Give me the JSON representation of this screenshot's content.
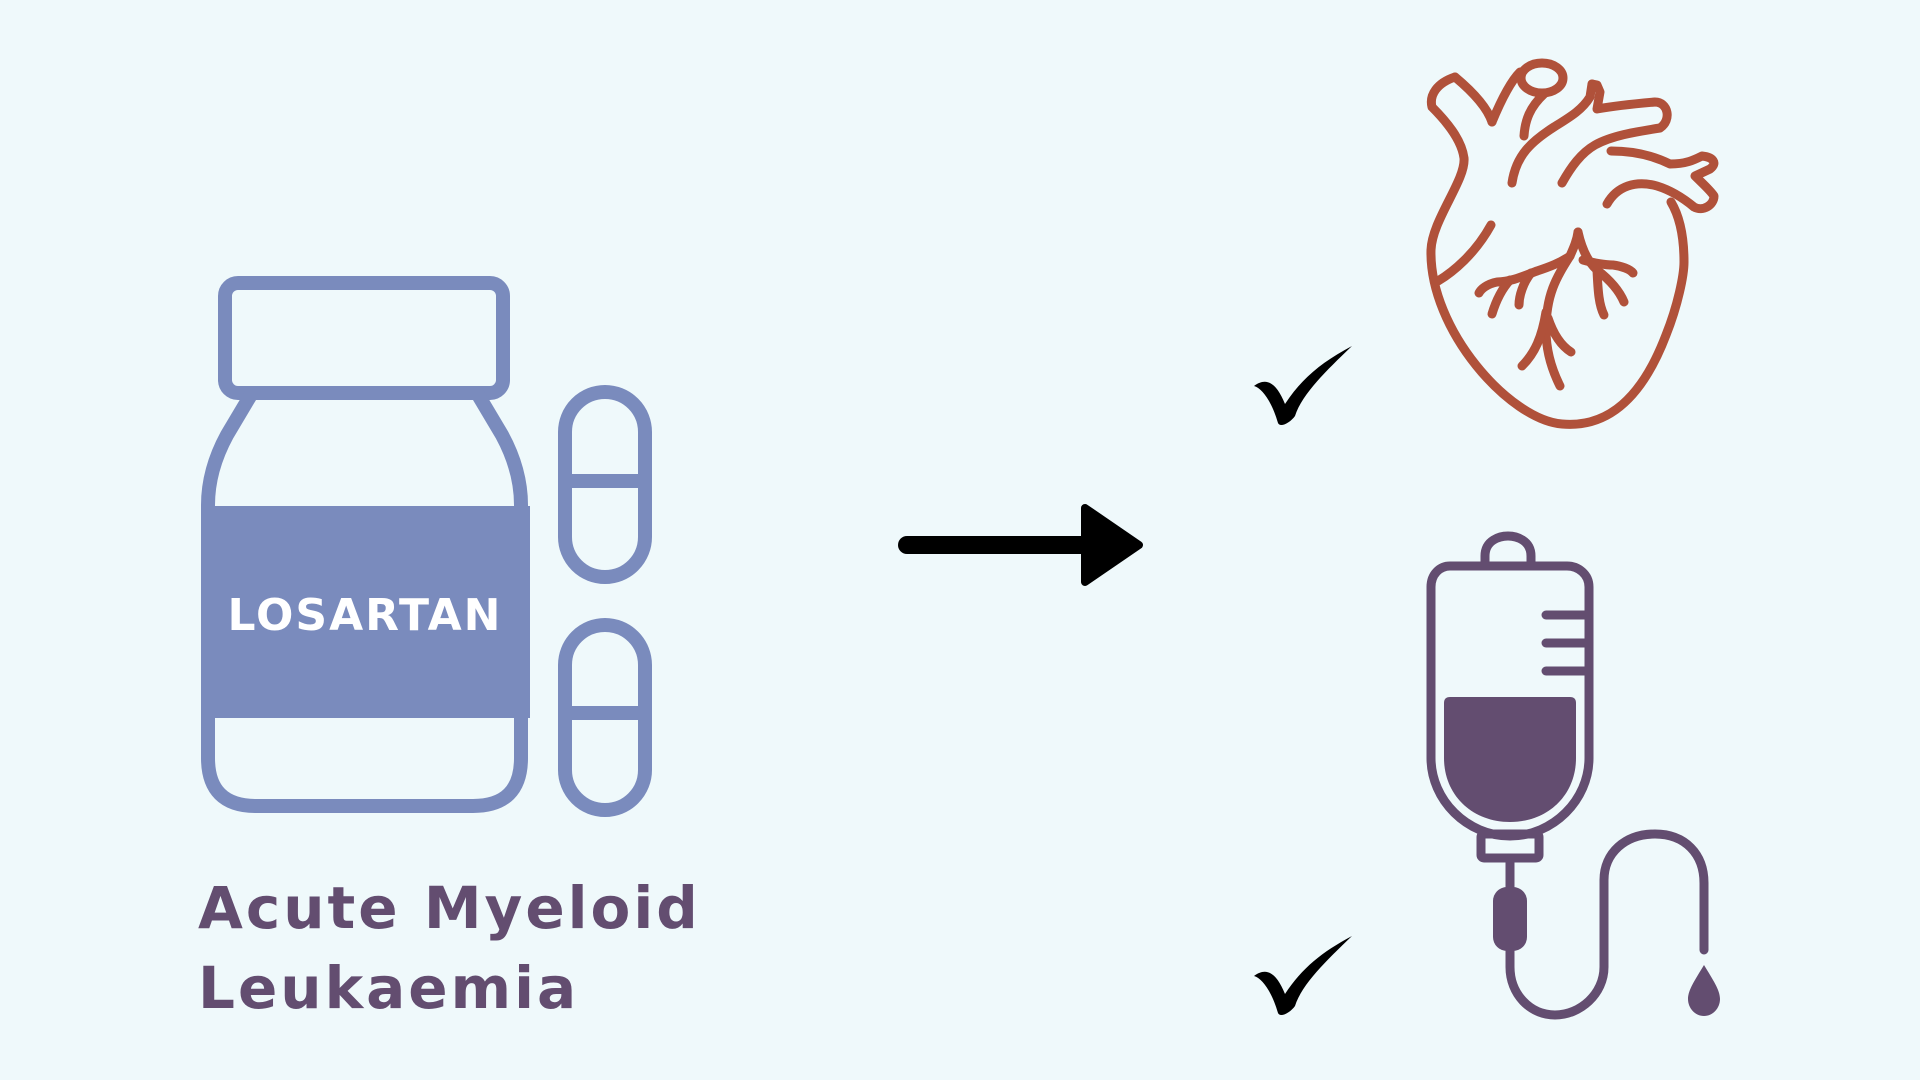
{
  "drug": {
    "name": "LOSARTAN"
  },
  "condition": {
    "line1": "Acute Myeloid",
    "line2": "Leukaemia"
  },
  "icons": {
    "medicine_bottle": "medicine-bottle-icon",
    "capsule": "capsule-icon",
    "arrow": "arrow-right-icon",
    "check": "check-mark-icon",
    "heart": "anatomical-heart-icon",
    "iv_bag": "iv-drip-bag-icon"
  },
  "colors": {
    "background": "#eff9fb",
    "bottle": "#7a8bbd",
    "label_text": "#ffffff",
    "caption": "#634d70",
    "arrow": "#000000",
    "check": "#000000",
    "heart": "#b0513a",
    "iv_bag": "#634d70"
  }
}
